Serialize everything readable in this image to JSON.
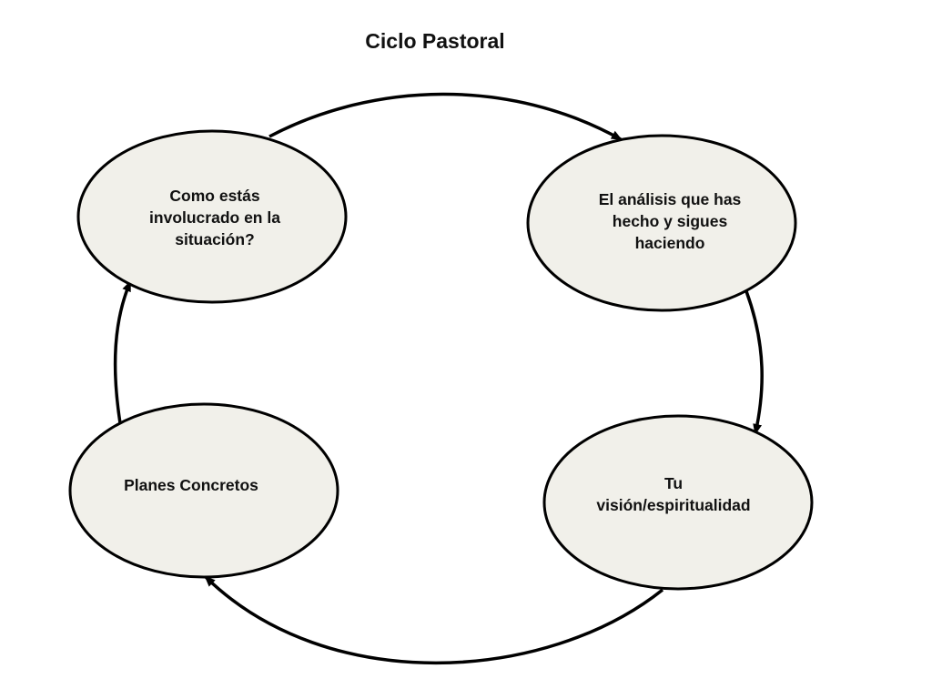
{
  "diagram": {
    "title": "Ciclo Pastoral",
    "type": "cycle",
    "direction": "clockwise",
    "nodes": [
      {
        "id": "involved",
        "label": "Como estás\ninvolucrado en la\nsituación?"
      },
      {
        "id": "analysis",
        "label": "El análisis que has\nhecho y sigues\nhaciendo"
      },
      {
        "id": "vision",
        "label": "Tu\nvisión/espiritualidad"
      },
      {
        "id": "plans",
        "label": "Planes Concretos"
      }
    ],
    "edges": [
      {
        "from": "involved",
        "to": "analysis"
      },
      {
        "from": "analysis",
        "to": "vision"
      },
      {
        "from": "vision",
        "to": "plans"
      },
      {
        "from": "plans",
        "to": "involved"
      }
    ]
  },
  "colors": {
    "node_fill": "#f1f0ea",
    "stroke": "#000000",
    "text": "#111111",
    "background": "#ffffff"
  }
}
